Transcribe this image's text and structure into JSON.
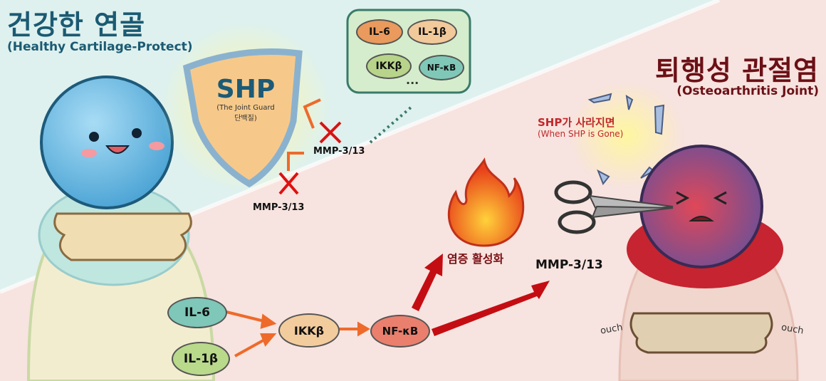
{
  "healthy": {
    "title": "건강한 연골",
    "subtitle": "(Healthy Cartilage-Protect)"
  },
  "osteo": {
    "title": "퇴행성 관절염",
    "subtitle": "(Osteoarthritis Joint)"
  },
  "shield": {
    "label": "SHP",
    "caption_line1": "(The Joint Guard",
    "caption_line2": "단백질)"
  },
  "blocked": {
    "mmp_top": "MMP-3/13",
    "mmp_bottom": "MMP-3/13"
  },
  "inhibited_box": {
    "items": [
      "IL-6",
      "IL-1β",
      "IKKβ",
      "NF-κB"
    ],
    "ellipsis": "..."
  },
  "shp_gone": {
    "line1": "SHP가 사라지면",
    "line2": "(When SHP is Gone)"
  },
  "pathway": {
    "il6": "IL-6",
    "il1b": "IL-1β",
    "ikkb": "IKKβ",
    "nfkb": "NF-κB",
    "inflammation": "염증 활성화",
    "mmp": "MMP-3/13"
  },
  "sounds": {
    "left": "ouch",
    "right": "ouch"
  },
  "colors": {
    "healthy_title": "#1b5a72",
    "osteo_title": "#6b1016",
    "arrow_orange": "#ee6a2a",
    "arrow_red": "#c40d12"
  }
}
